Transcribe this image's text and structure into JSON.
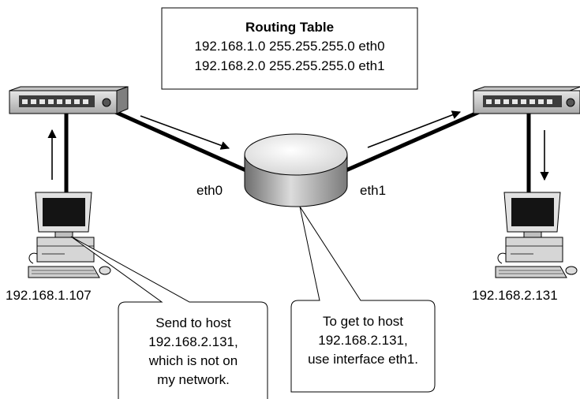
{
  "routing_table": {
    "title": "Routing Table",
    "routes": [
      "192.168.1.0 255.255.255.0 eth0",
      "192.168.2.0 255.255.255.0 eth1"
    ]
  },
  "router": {
    "interface_left": "eth0",
    "interface_right": "eth1"
  },
  "hosts": {
    "left": {
      "ip": "192.168.1.107"
    },
    "right": {
      "ip": "192.168.2.131"
    }
  },
  "callouts": {
    "host": [
      "Send to host",
      "192.168.2.131,",
      "which is not on",
      "my network."
    ],
    "router": [
      "To get to host",
      "192.168.2.131,",
      "use interface eth1."
    ]
  }
}
